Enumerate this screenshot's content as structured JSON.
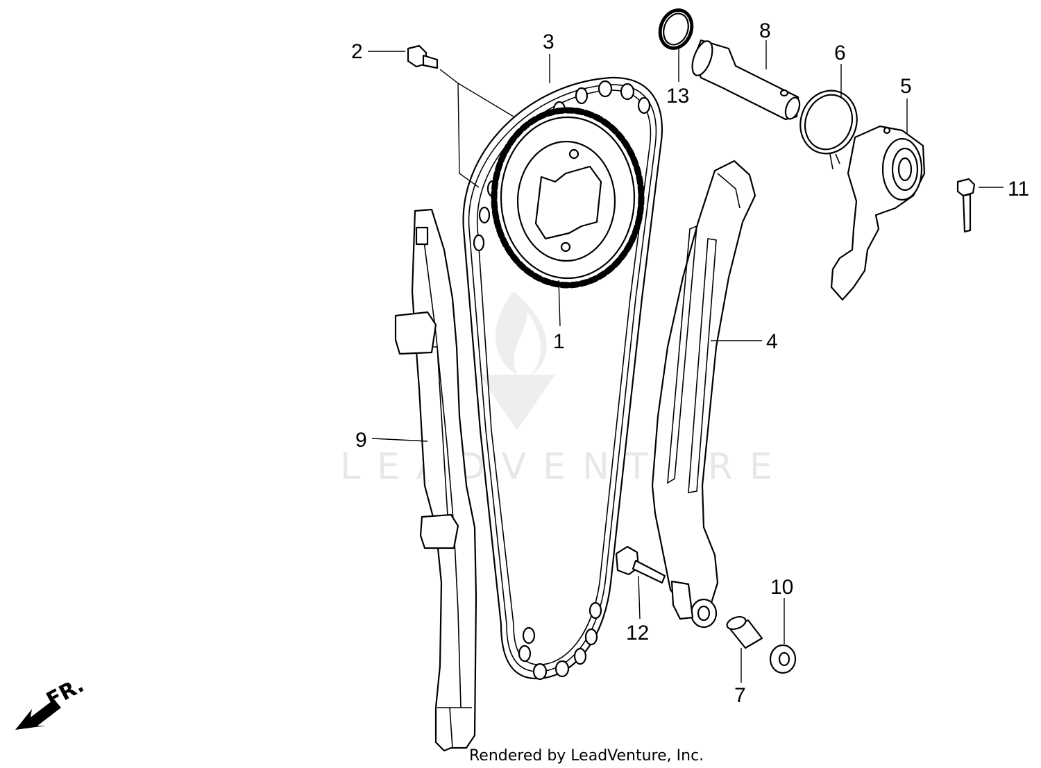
{
  "diagram": {
    "callouts": [
      "1",
      "2",
      "3",
      "4",
      "5",
      "6",
      "7",
      "8",
      "9",
      "10",
      "11",
      "12",
      "13"
    ],
    "direction_label": "FR.",
    "watermark": "LEADVENTURE",
    "credit": "Rendered by LeadVenture, Inc."
  }
}
